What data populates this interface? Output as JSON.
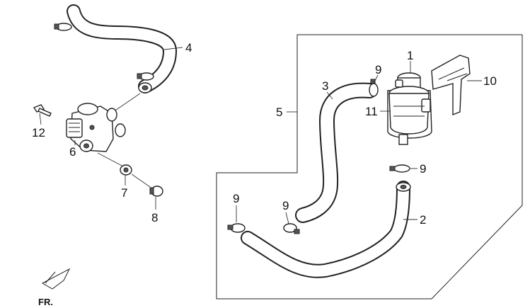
{
  "diagram": {
    "callouts": {
      "c1": "1",
      "c2": "2",
      "c3": "3",
      "c4": "4",
      "c5": "5",
      "c6": "6",
      "c7": "7",
      "c8": "8",
      "c9a": "9",
      "c9b": "9",
      "c9c": "9",
      "c9d": "9",
      "c10": "10",
      "c11": "11",
      "c12": "12"
    },
    "direction_label": "FR."
  }
}
